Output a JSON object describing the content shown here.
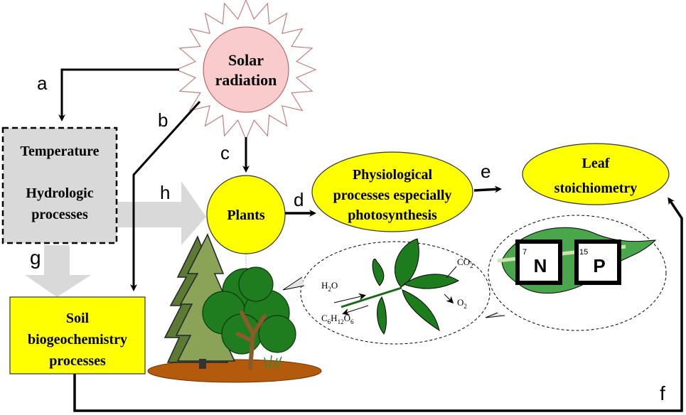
{
  "diagram": {
    "nodes": {
      "solar": {
        "line1": "Solar",
        "line2": "radiation",
        "fill": "#f8cccc",
        "stroke": "#c07070"
      },
      "climate": {
        "line1": "Temperature",
        "line2": "Hydrologic",
        "line3": "processes",
        "fill": "#d9d9d9"
      },
      "plants": {
        "label": "Plants",
        "fill": "#ffff00"
      },
      "physio": {
        "line1": "Physiological",
        "line2": "processes especially",
        "line3": "photosynthesis",
        "fill": "#ffff00"
      },
      "leaf": {
        "line1": "Leaf",
        "line2": "stoichiometry",
        "fill": "#ffff00"
      },
      "soil": {
        "line1": "Soil",
        "line2": "biogeochemistry",
        "line3": "processes",
        "fill": "#ffff00"
      }
    },
    "edge_labels": {
      "a": "a",
      "b": "b",
      "c": "c",
      "d": "d",
      "e": "e",
      "f": "f",
      "g": "g",
      "h": "h"
    },
    "photosynthesis_inset": {
      "h2o": "H",
      "h2o_sub": "2",
      "h2o_tail": "O",
      "co2": "CO",
      "co2_sub": "2",
      "o2": "O",
      "o2_sub": "2",
      "glucose": [
        {
          "t": "C",
          "sub": "6"
        },
        {
          "t": "H",
          "sub": "12"
        },
        {
          "t": "O",
          "sub": "6"
        }
      ]
    },
    "elements_inset": {
      "n": {
        "symbol": "N",
        "number": "7"
      },
      "p": {
        "symbol": "P",
        "number": "15"
      }
    }
  }
}
